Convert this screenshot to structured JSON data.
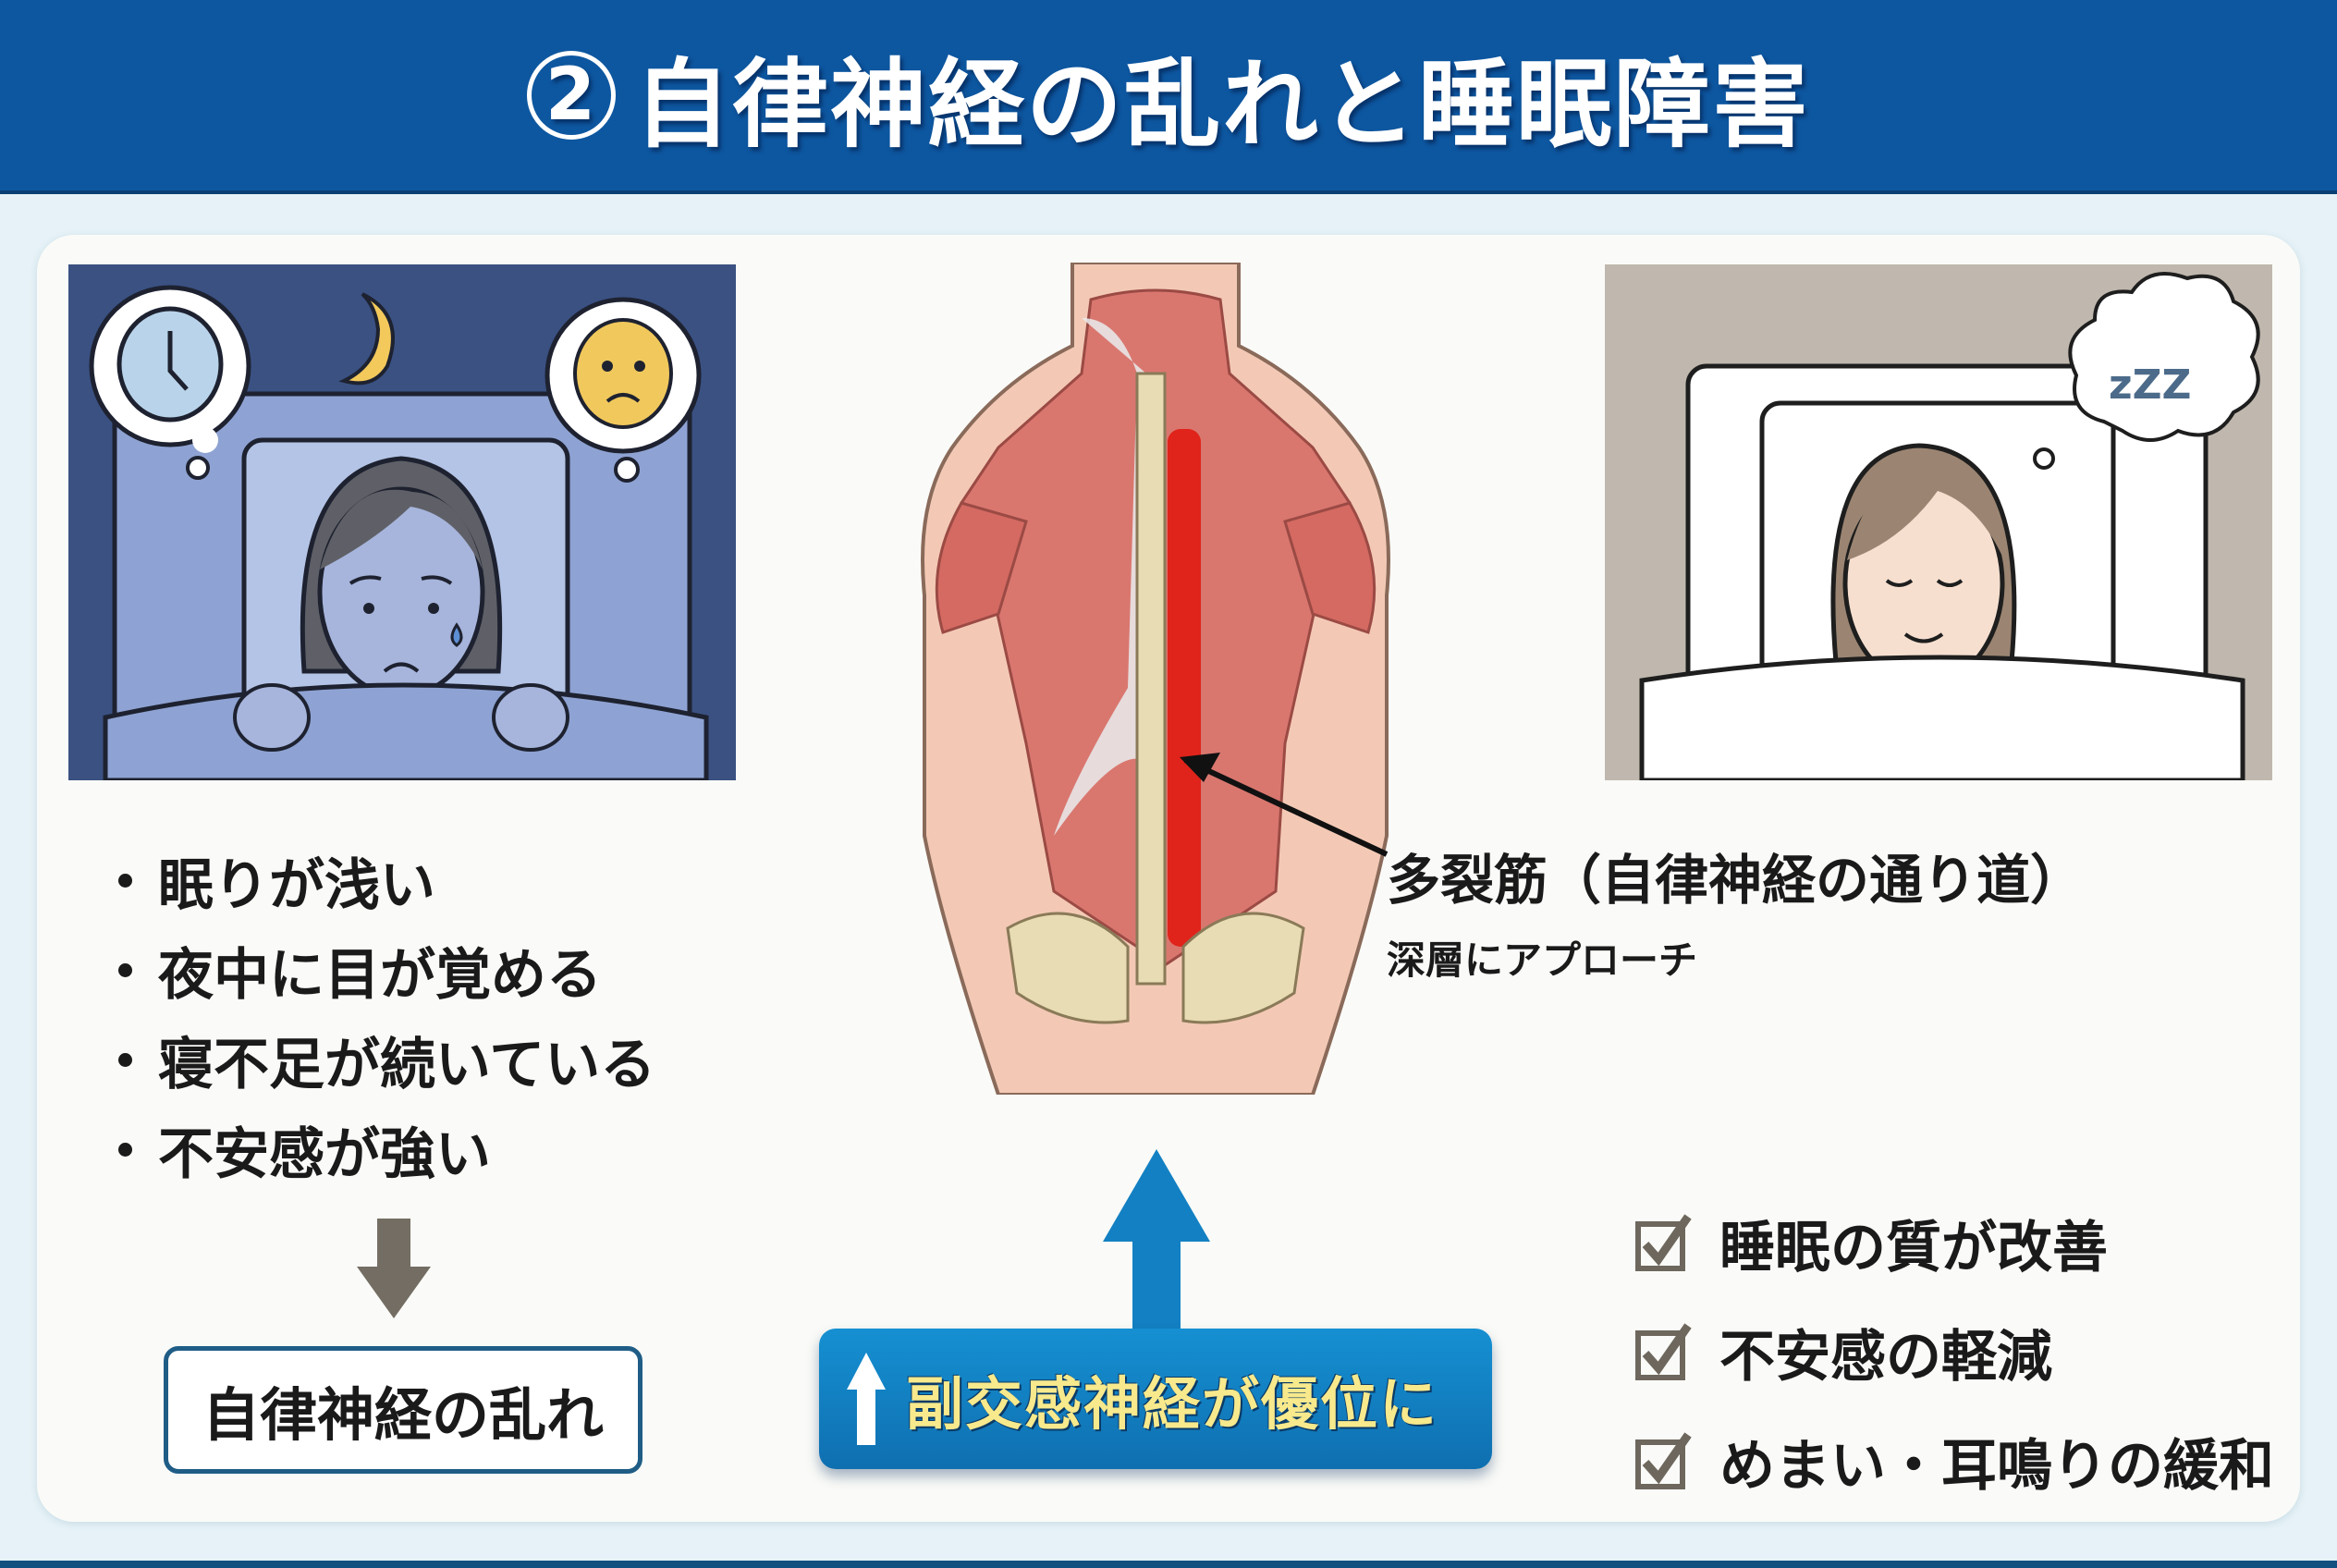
{
  "header": {
    "number": "2",
    "title": "自律神経の乱れと睡眠障害",
    "bg_color": "#0d57a0"
  },
  "left_panel": {
    "illustration": "insomnia-woman-in-bed",
    "thought_icons": [
      "clock-icon",
      "moon-icon",
      "worried-face-icon"
    ],
    "symptoms": [
      "眠りが浅い",
      "夜中に目が覚める",
      "寝不足が続いている",
      "不安感が強い"
    ],
    "result_label": "自律神経の乱れ"
  },
  "center_panel": {
    "illustration": "back-muscle-anatomy",
    "muscle_label": "多裂筋（自律神経の通り道）",
    "muscle_sub": "深層にアプローチ",
    "effect_label": "副交感神経が優位に",
    "highlight_color": "#e0241b",
    "effect_box_color": "#1284c4",
    "effect_text_color": "#f7e98c"
  },
  "right_panel": {
    "illustration": "sleeping-woman-in-bed",
    "thought_text": "zZZ",
    "benefits": [
      "睡眠の質が改善",
      "不安感の軽減",
      "めまい・耳鳴りの緩和"
    ]
  }
}
